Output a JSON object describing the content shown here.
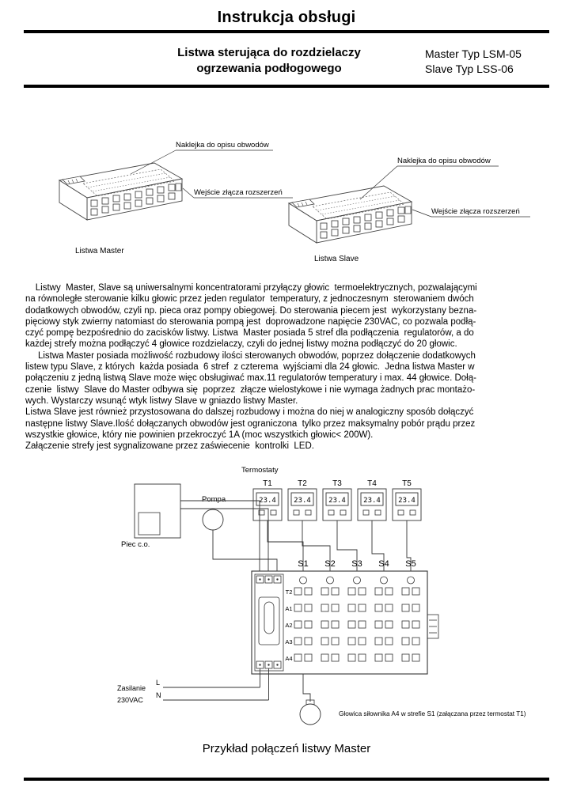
{
  "header": {
    "doc_title": "Instrukcja obsługi",
    "product_title_line1": "Listwa sterująca do rozdzielaczy",
    "product_title_line2": "ogrzewania podłogowego",
    "model_master": "Master Typ LSM-05",
    "model_slave": "Slave Typ LSS-06"
  },
  "drawings": {
    "sticker_label": "Naklejka do opisu obwodów",
    "connector_label": "Wejście złącza rozszerzeń",
    "master_caption": "Listwa Master",
    "slave_caption": "Listwa Slave"
  },
  "body": {
    "lines": [
      "    Listwy  Master, Slave są uniwersalnymi koncentratorami przyłączy głowic  termoelektrycznych, pozwalającymi",
      "na równoległe sterowanie kilku głowic przez jeden regulator  temperatury, z jednoczesnym  sterowaniem dwóch",
      "dodatkowych obwodów, czyli np. pieca oraz pompy obiegowej. Do sterowania piecem jest  wykorzystany bezna-",
      "pięciowy styk zwierny natomiast do sterowania pompą jest  doprowadzone napięcie 230VAC, co pozwala podłą-",
      "czyć pompę bezpośrednio do zacisków listwy. Listwa  Master posiada 5 stref dla podłączenia  regulatorów, a do",
      "każdej strefy można podłączyć 4 głowice rozdzielaczy, czyli do jednej listwy można podłączyć do 20 głowic.",
      "     Listwa Master posiada możliwość rozbudowy ilości sterowanych obwodów, poprzez dołączenie dodatkowych",
      "listew typu Slave, z których  każda posiada  6 stref  z czterema  wyjściami dla 24 głowic.  Jedna listwa Master w",
      "połączeniu z jedną listwą Slave może więc obsługiwać max.11 regulatorów temperatury i max. 44 głowice. Dołą-",
      "czenie  listwy  Slave do Master odbywa się  poprzez  złącze wielostykowe i nie wymaga żadnych prac montażo-",
      "wych. Wystarczy wsunąć wtyk listwy Slave w gniazdo listwy Master.",
      "Listwa Slave jest również przystosowana do dalszej rozbudowy i można do niej w analogiczny sposób dołączyć",
      "następne listwy Slave.Ilość dołączanych obwodów jest ograniczona  tylko przez maksymalny pobór prądu przez",
      "wszystkie głowice, który nie powinien przekroczyć 1A (moc wszystkich głowic< 200W).",
      "Załączenie strefy jest sygnalizowane przez zaświecenie  kontrolki  LED."
    ]
  },
  "diagram": {
    "thermostats_group_label": "Termostaty",
    "thermostat_ids": [
      "T1",
      "T2",
      "T3",
      "T4",
      "T5"
    ],
    "thermostat_display": "23.4",
    "pump_label": "Pompa",
    "boiler_label": "Piec c.o.",
    "zone_labels": [
      "S1",
      "S2",
      "S3",
      "S4",
      "S5"
    ],
    "row_labels": [
      "T2",
      "A1",
      "A2",
      "A3",
      "A4"
    ],
    "supply_label_line1": "Zasilanie",
    "supply_label_line2": "230VAC",
    "phase_label": "L",
    "neutral_label": "N",
    "actuator_note": "Głowica siłownika A4 w strefie S1 (załączana przez termostat T1)",
    "caption": "Przykład połączeń listwy Master"
  }
}
